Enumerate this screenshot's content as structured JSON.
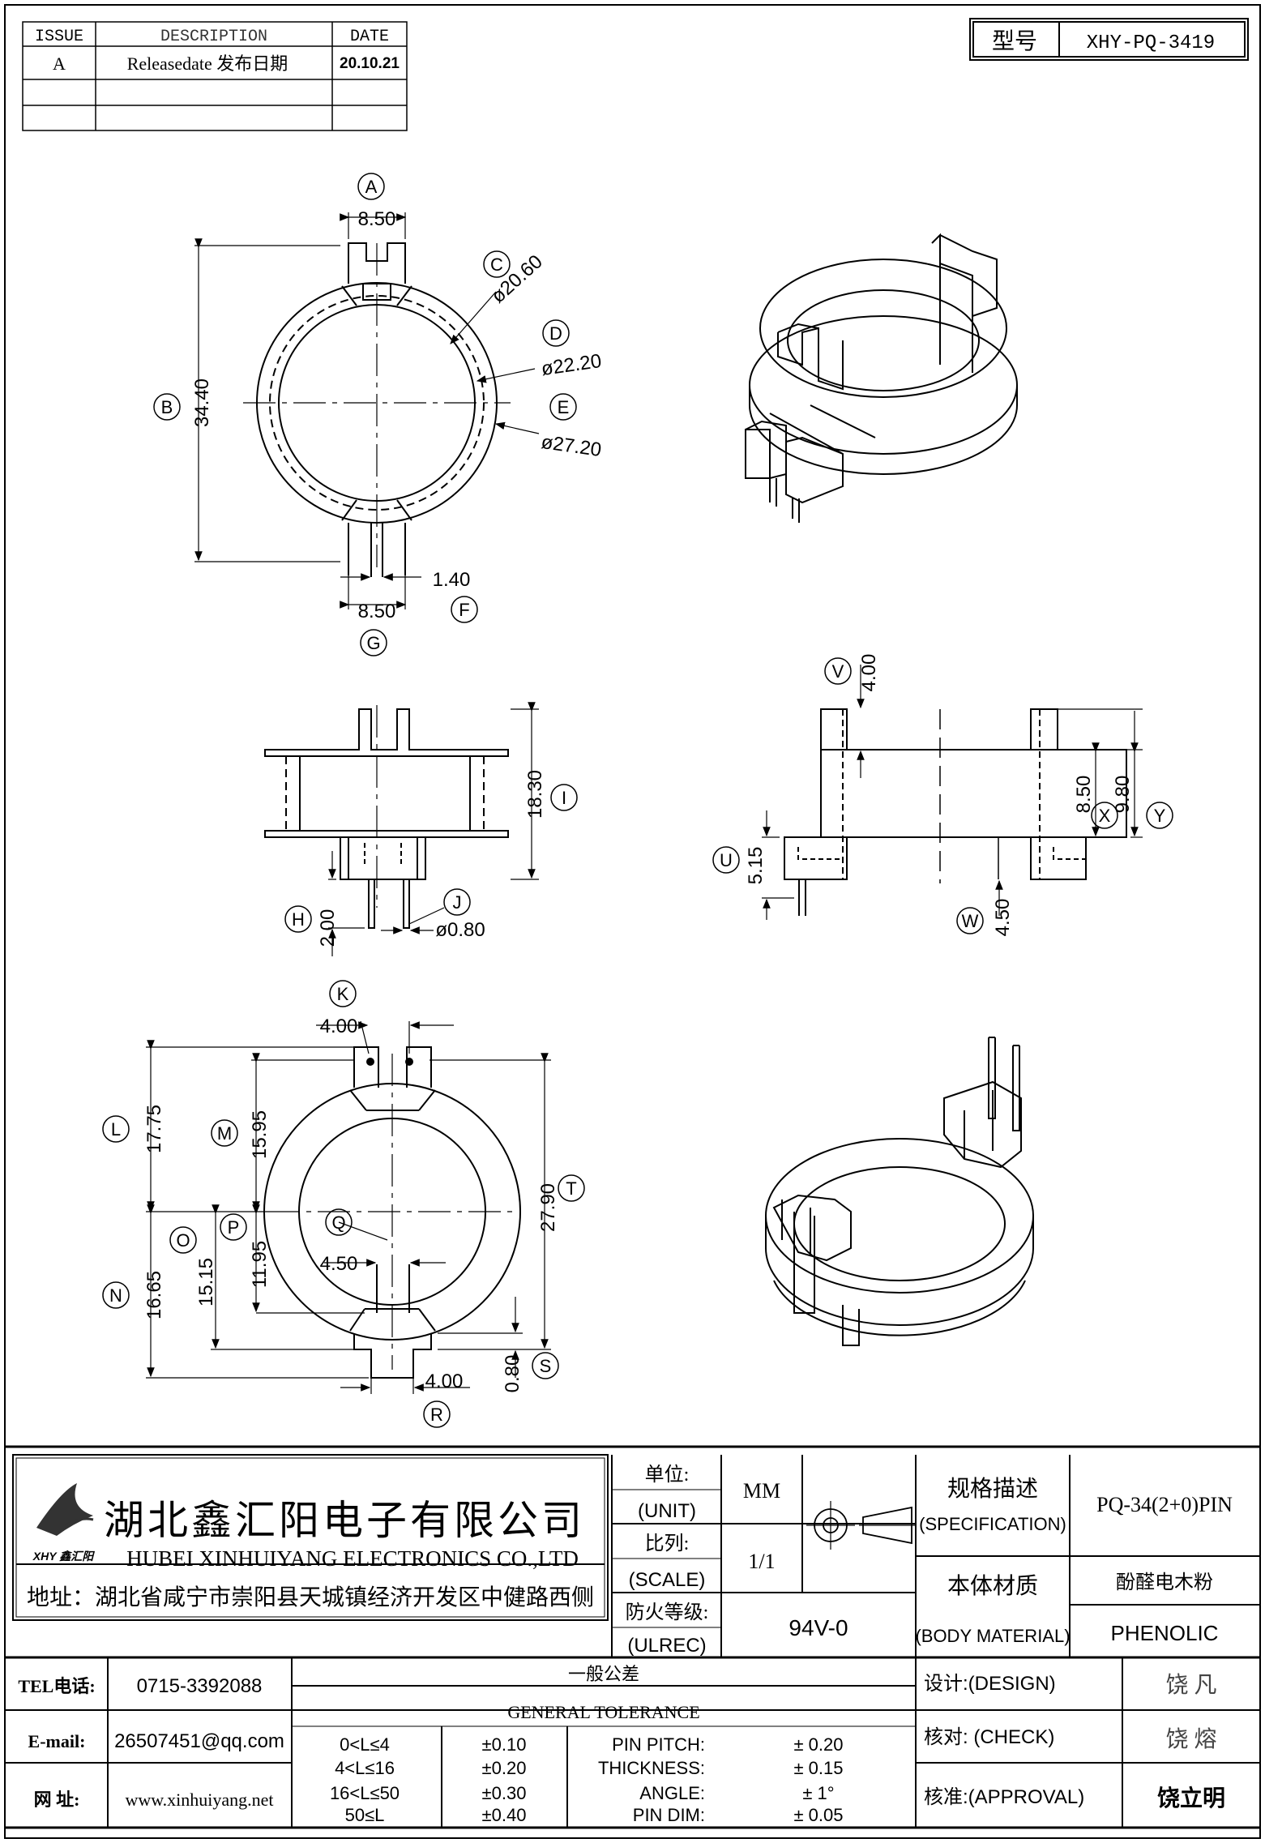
{
  "revision": {
    "headers": [
      "ISSUE",
      "DESCRIPTION",
      "DATE"
    ],
    "rows": [
      {
        "issue": "A",
        "description": "Releasedate 发布日期",
        "date": "20.10.21"
      },
      {
        "issue": "",
        "description": "",
        "date": ""
      },
      {
        "issue": "",
        "description": "",
        "date": ""
      }
    ]
  },
  "model": {
    "label": "型号",
    "value": "XHY-PQ-3419"
  },
  "top_view": {
    "labels": {
      "A": "A",
      "B": "B",
      "C": "C",
      "D": "D",
      "E": "E",
      "F": "F",
      "G": "G"
    },
    "dims": {
      "top_width": "8.50",
      "height": "34.40",
      "dia_c": "ø20.60",
      "dia_d": "ø22.20",
      "dia_e": "ø27.20",
      "slot": "1.40",
      "bottom_width": "8.50"
    }
  },
  "side_view": {
    "labels": {
      "H": "H",
      "I": "I",
      "J": "J"
    },
    "dims": {
      "height": "18.30",
      "pin_len": "2.00",
      "pin_dia": "ø0.80"
    }
  },
  "section_view": {
    "labels": {
      "U": "U",
      "V": "V",
      "W": "W",
      "X": "X",
      "Y": "Y"
    },
    "dims": {
      "v": "4.00",
      "x": "8.50",
      "y": "9.80",
      "u": "5.15",
      "w": "4.50"
    }
  },
  "bottom_view": {
    "labels": {
      "K": "K",
      "L": "L",
      "M": "M",
      "N": "N",
      "O": "O",
      "P": "P",
      "Q": "Q",
      "R": "R",
      "S": "S",
      "T": "T"
    },
    "dims": {
      "k": "4.00",
      "l": "17.75",
      "m": "15.95",
      "n": "16.65",
      "o": "15.15",
      "p": "11.95",
      "q": "4.50",
      "r": "4.00",
      "s": "0.80",
      "t": "27.90"
    }
  },
  "company": {
    "name_cn": "湖北鑫汇阳电子有限公司",
    "name_en": "HUBEI XINHUIYANG ELECTRONICS CO.,LTD",
    "address": "地址：湖北省咸宁市崇阳县天城镇经济开发区中健路西侧",
    "logo_text": "XHY 鑫汇阳"
  },
  "spec": {
    "unit_label_cn": "单位:",
    "unit_label_en": "(UNIT)",
    "unit_value": "MM",
    "scale_label_cn": "比列:",
    "scale_label_en": "(SCALE)",
    "scale_value": "1/1",
    "fire_label_cn": "防火等级:",
    "fire_label_en": "(ULREC)",
    "fire_value": "94V-0",
    "spec_label_cn": "规格描述",
    "spec_label_en": "(SPECIFICATION)",
    "spec_value": "PQ-34(2+0)PIN",
    "material_label_cn": "本体材质",
    "material_label_en": "(BODY MATERIAL)",
    "material_value_cn": "酚醛电木粉",
    "material_value_en": "PHENOLIC"
  },
  "contact": {
    "tel_label": "TEL电话:",
    "tel": "0715-3392088",
    "email_label": "E-mail:",
    "email": "26507451@qq.com",
    "web_label": "网  址:",
    "web": "www.xinhuiyang.net"
  },
  "tolerance": {
    "title_cn": "一般公差",
    "title_en": "GENERAL TOLERANCE",
    "ranges": [
      {
        "range": "0<L≤4",
        "tol": "±0.10"
      },
      {
        "range": "4<L≤16",
        "tol": "±0.20"
      },
      {
        "range": "16<L≤50",
        "tol": "±0.30"
      },
      {
        "range": "50≤L",
        "tol": "±0.40"
      }
    ],
    "items": [
      {
        "name": "PIN PITCH:",
        "value": "± 0.20"
      },
      {
        "name": "THICKNESS:",
        "value": "± 0.15"
      },
      {
        "name": "ANGLE:",
        "value": "± 1°"
      },
      {
        "name": "PIN DIM:",
        "value": "± 0.05"
      }
    ]
  },
  "approvals": {
    "design_label": "设计:(DESIGN)",
    "design": "饶  凡",
    "check_label": "核对: (CHECK)",
    "check": "饶  熔",
    "approval_label": "核准:(APPROVAL)",
    "approval": "饶立明"
  }
}
